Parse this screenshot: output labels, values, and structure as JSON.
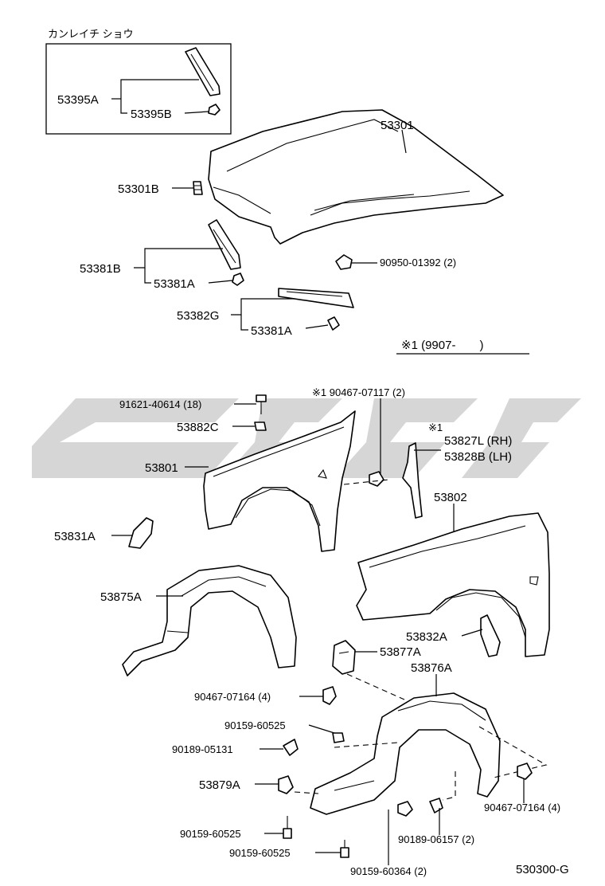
{
  "inset_title": "カンレイチ ショウ",
  "footnote_label": "※1 (9907-　　)",
  "diagram_code": "530300-G",
  "parts": {
    "p53395A": "53395A",
    "p53395B": "53395B",
    "p53301": "53301",
    "p53301B": "53301B",
    "p53381B": "53381B",
    "p53381A_1": "53381A",
    "p90950": "90950-01392 (2)",
    "p53382G": "53382G",
    "p53381A_2": "53381A",
    "p91621": "91621-40614 (18)",
    "p90467_07117": "※1 90467-07117 (2)",
    "p53882C": "53882C",
    "star1": "※1",
    "p53827L": "53827L (RH)",
    "p53828B": "53828B (LH)",
    "p53801": "53801",
    "p53802": "53802",
    "p53831A": "53831A",
    "p53875A": "53875A",
    "p53832A": "53832A",
    "p53877A": "53877A",
    "p53876A": "53876A",
    "p90467_07164_a": "90467-07164 (4)",
    "p90159_60525_a": "90159-60525",
    "p90189_05131": "90189-05131",
    "p53879A": "53879A",
    "p90467_07164_b": "90467-07164 (4)",
    "p90159_60525_b": "90159-60525",
    "p90189_06157": "90189-06157 (2)",
    "p90159_60525_c": "90159-60525",
    "p90159_60364": "90159-60364 (2)"
  }
}
